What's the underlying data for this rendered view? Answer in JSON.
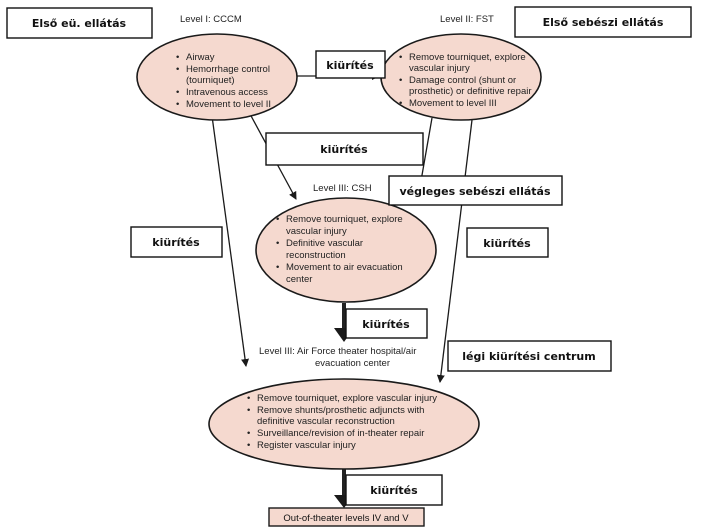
{
  "level1": {
    "title": "Level I: CCCM",
    "items": [
      "Airway",
      "Hemorrhage control",
      "(tourniquet)",
      "Intravenous access",
      "Movement to level II"
    ]
  },
  "level2": {
    "title": "Level II: FST",
    "items": [
      "Remove tourniquet, explore",
      "vascular injury",
      "Damage control (shunt or",
      "prosthetic) or definitive repair",
      "Movement to level III"
    ]
  },
  "level3": {
    "title": "Level III: CSH",
    "items": [
      "Remove tourniquet, explore",
      "vascular injury",
      "Definitive vascular",
      "reconstruction",
      "Movement to air evacuation",
      "center"
    ]
  },
  "level4": {
    "title_line1": "Level III: Air Force theater hospital/air",
    "title_line2": "evacuation center",
    "items": [
      "Remove tourniquet, explore vascular injury",
      "Remove shunts/prosthetic adjuncts with",
      "definitive vascular reconstruction",
      "Surveillance/revision of in-theater repair",
      "Register vascular injury"
    ]
  },
  "final": {
    "label": "Out-of-theater levels IV and V"
  },
  "overlays": {
    "first_aid": "Első eü. ellátás",
    "first_surgical": "Első sebészi ellátás",
    "definitive_surgical": "végleges sebészi ellátás",
    "air_evac_center": "légi kiürítési centrum",
    "evac": "kiürítés"
  }
}
